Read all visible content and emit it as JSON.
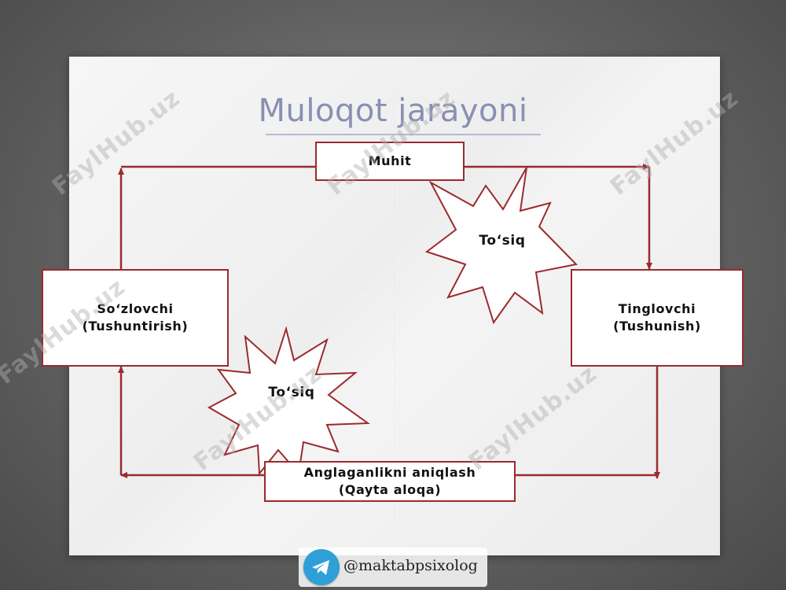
{
  "title": "Muloqot jarayoni",
  "nodes": {
    "muhit": "Muhit",
    "speaker": "So‘zlovchi\n(Tushuntirish)",
    "listener": "Tinglovchi\n(Tushunish)",
    "feedback": "Anglaganlikni aniqlash\n(Qayta aloqa)"
  },
  "barriers": [
    "To‘siq",
    "To‘siq"
  ],
  "watermark": "FaylHub.uz",
  "footer": {
    "handle": "@maktabpsixolog",
    "icon": "telegram-icon"
  },
  "colors": {
    "accent": "#9b2a2e",
    "title": "#8a8fb3",
    "telegram": "#2f9fd8"
  }
}
